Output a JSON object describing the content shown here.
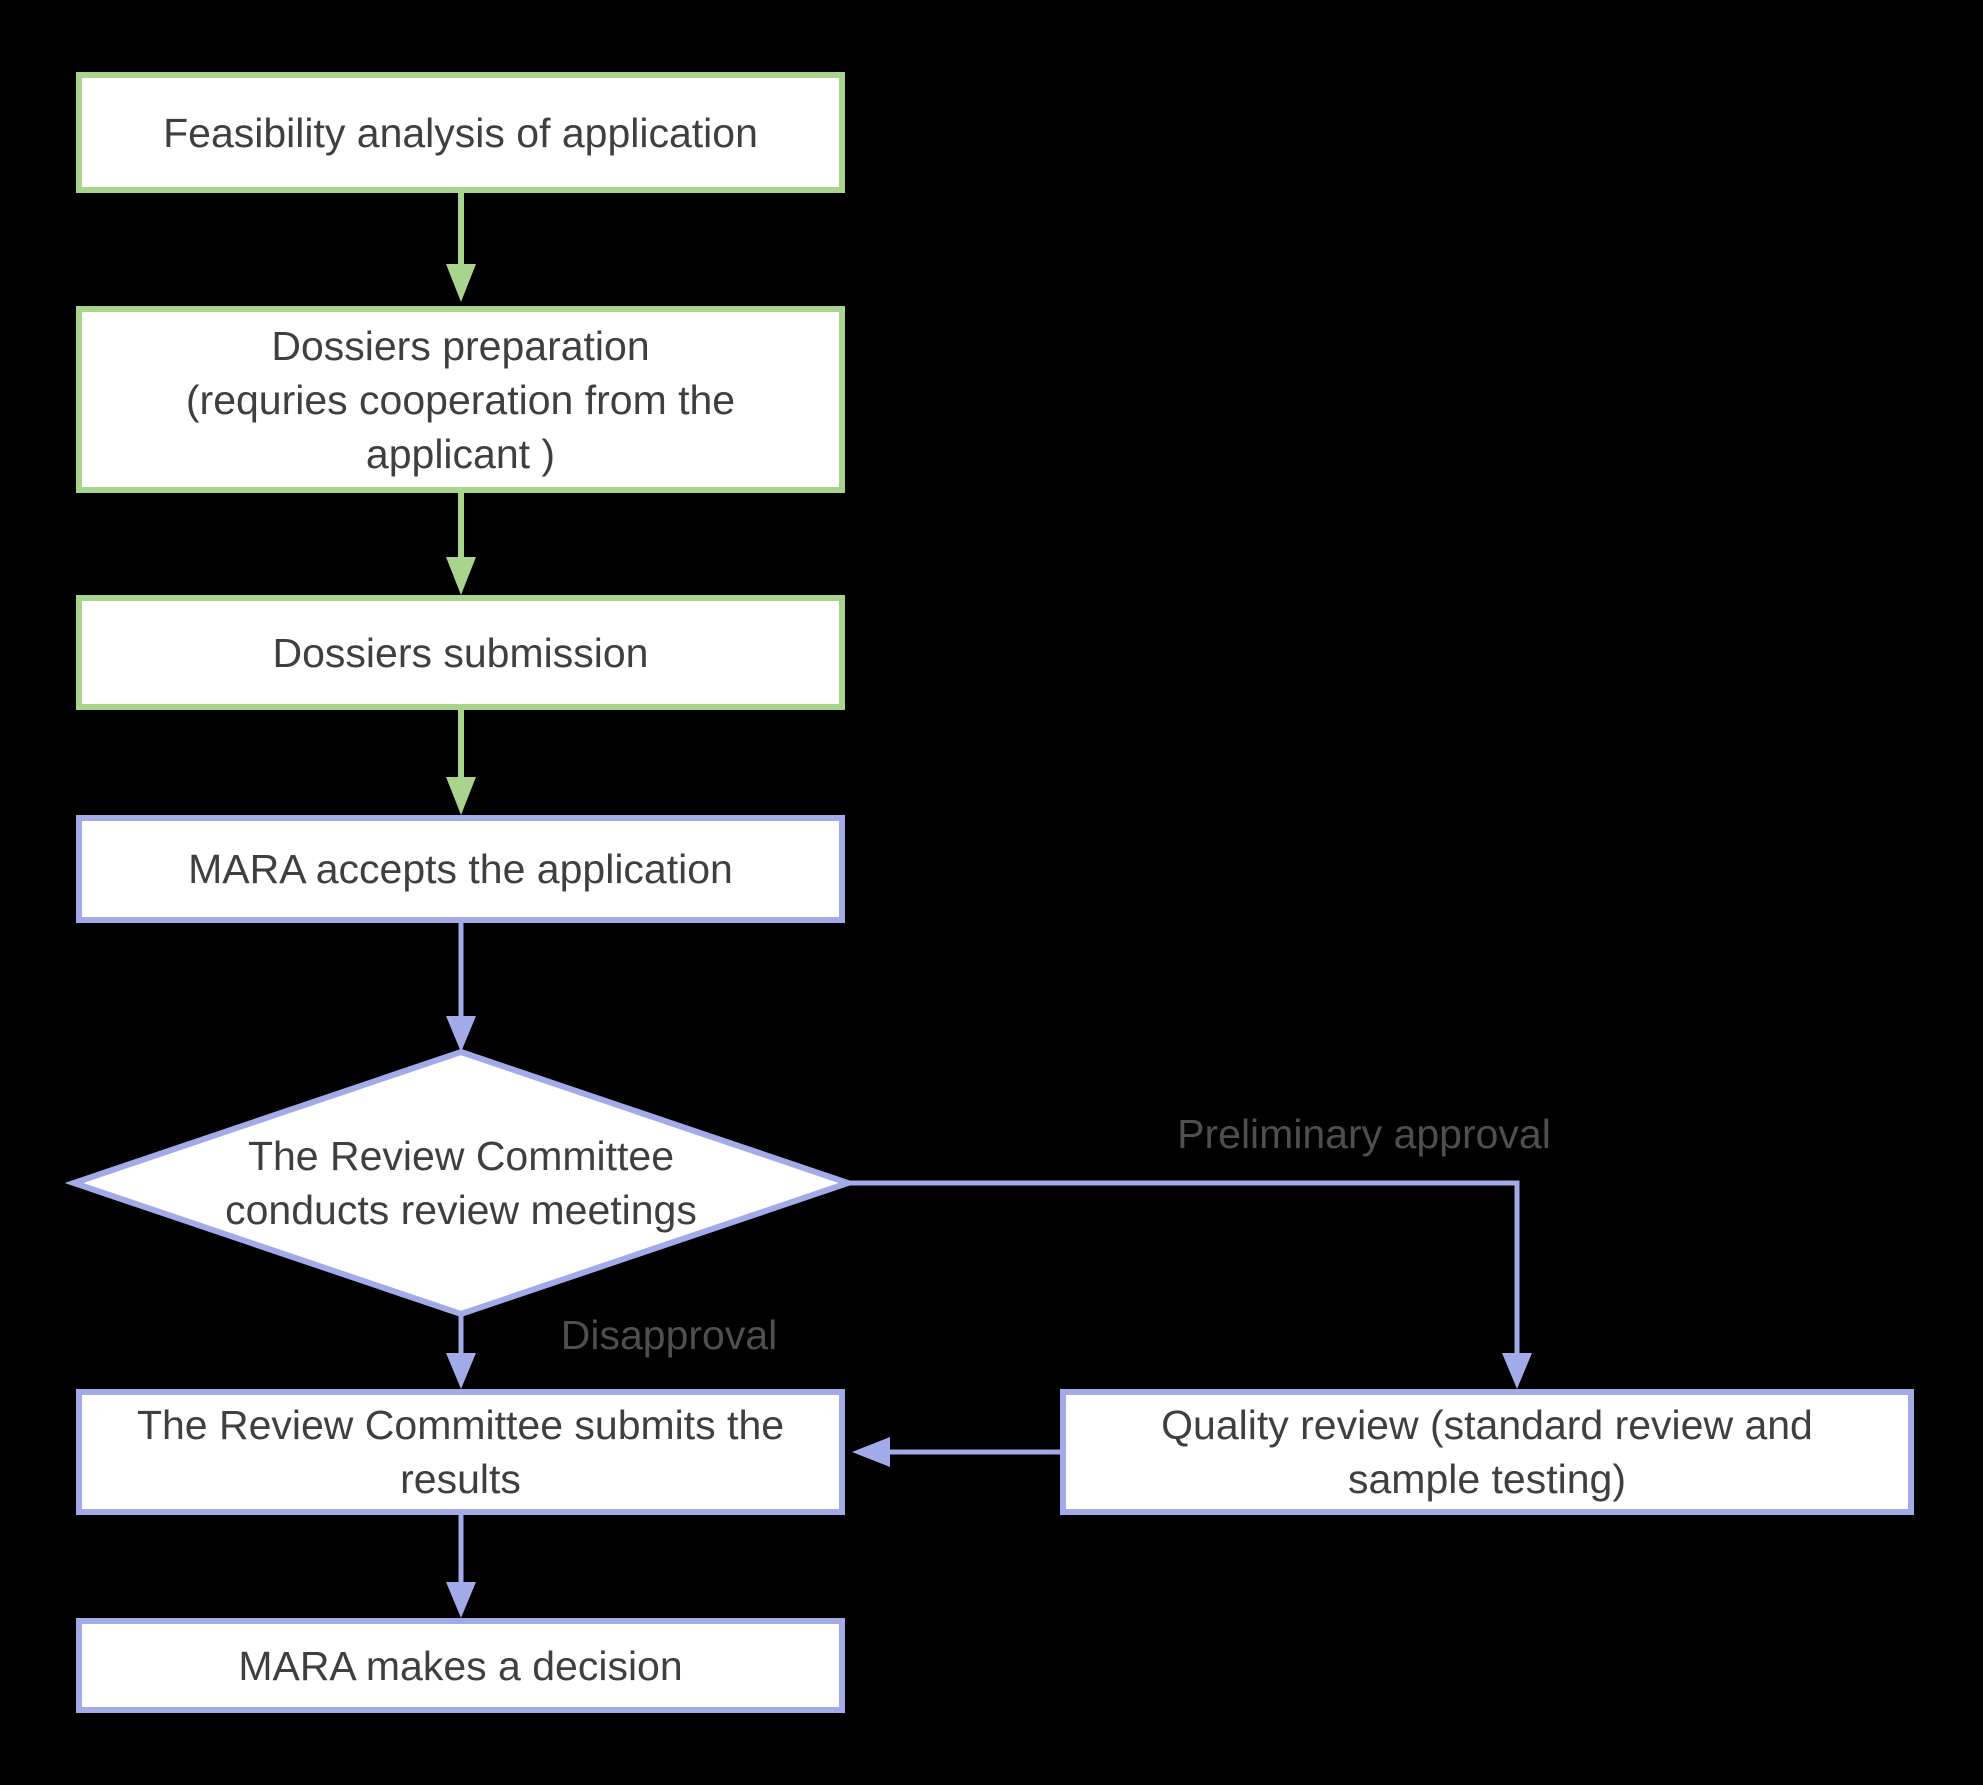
{
  "flowchart": {
    "background_color": "#000000",
    "node_fill_color": "#ffffff",
    "node_text_color": "#3f3f3f",
    "edge_label_color": "#4f4f4f",
    "stage_colors": {
      "applicant_stage_green": "#a9d48e",
      "authority_stage_purple": "#a2abe8"
    },
    "nodes": {
      "feasibility": {
        "lines": [
          "Feasibility analysis of application"
        ]
      },
      "preparation": {
        "lines": [
          "Dossiers preparation",
          "(requries cooperation from the",
          "applicant )"
        ]
      },
      "submission": {
        "lines": [
          "Dossiers submission"
        ]
      },
      "accepts": {
        "lines": [
          "MARA accepts the application"
        ]
      },
      "review_meetings": {
        "lines": [
          "The Review Committee",
          "conducts review meetings"
        ]
      },
      "quality_review": {
        "lines": [
          "Quality review (standard review and",
          "sample testing)"
        ]
      },
      "submits_results": {
        "lines": [
          "The Review Committee submits the",
          "results"
        ]
      },
      "decision": {
        "lines": [
          "MARA makes a decision"
        ]
      }
    },
    "edge_labels": {
      "preliminary_approval": "Preliminary approval",
      "disapproval": "Disapproval"
    }
  }
}
